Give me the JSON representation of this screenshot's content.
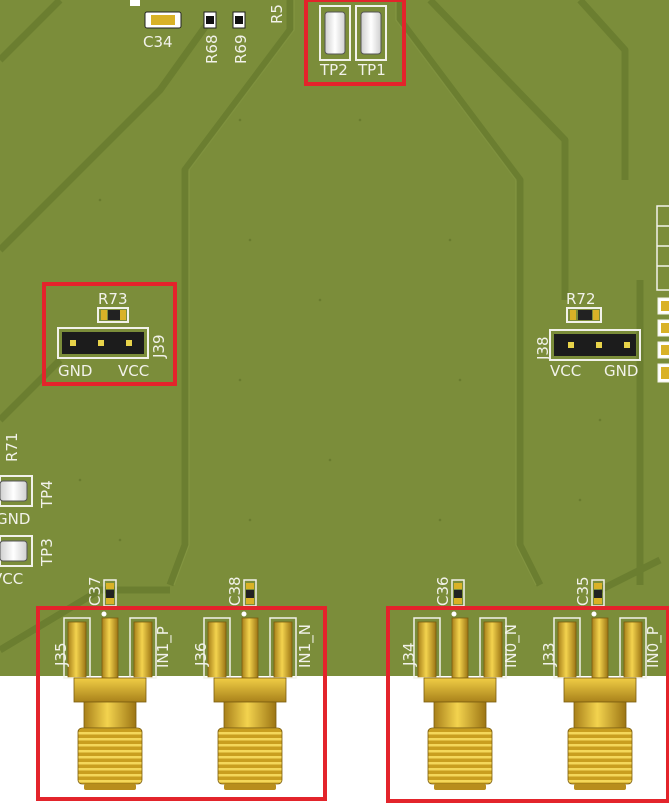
{
  "labels": {
    "c34": "C34",
    "r68": "R68",
    "r69": "R69",
    "r5": "R5",
    "tp2": "TP2",
    "tp1": "TP1",
    "r73": "R73",
    "j39": "J39",
    "gnd_left": "GND",
    "vcc_left": "VCC",
    "r72": "R72",
    "j38": "J38",
    "vcc_right": "VCC",
    "gnd_right": "GND",
    "r71": "R71",
    "tp4": "TP4",
    "gnd_edge": "GND",
    "tp3": "TP3",
    "vcc_edge": "VCC",
    "c37": "C37",
    "c38": "C38",
    "c36": "C36",
    "c35": "C35",
    "j35": "J35",
    "in1p": "IN1_P",
    "j36": "J36",
    "in1n": "IN1_N",
    "j34": "J34",
    "in0n": "IN0_N",
    "j33": "J33",
    "in0p": "IN0_P"
  },
  "colors": {
    "board": "#7b8d3a",
    "trace": "#6f8233",
    "silkscreen": "#f2f2ea",
    "highlight": "#e3242b",
    "gold": "#d9b227"
  }
}
